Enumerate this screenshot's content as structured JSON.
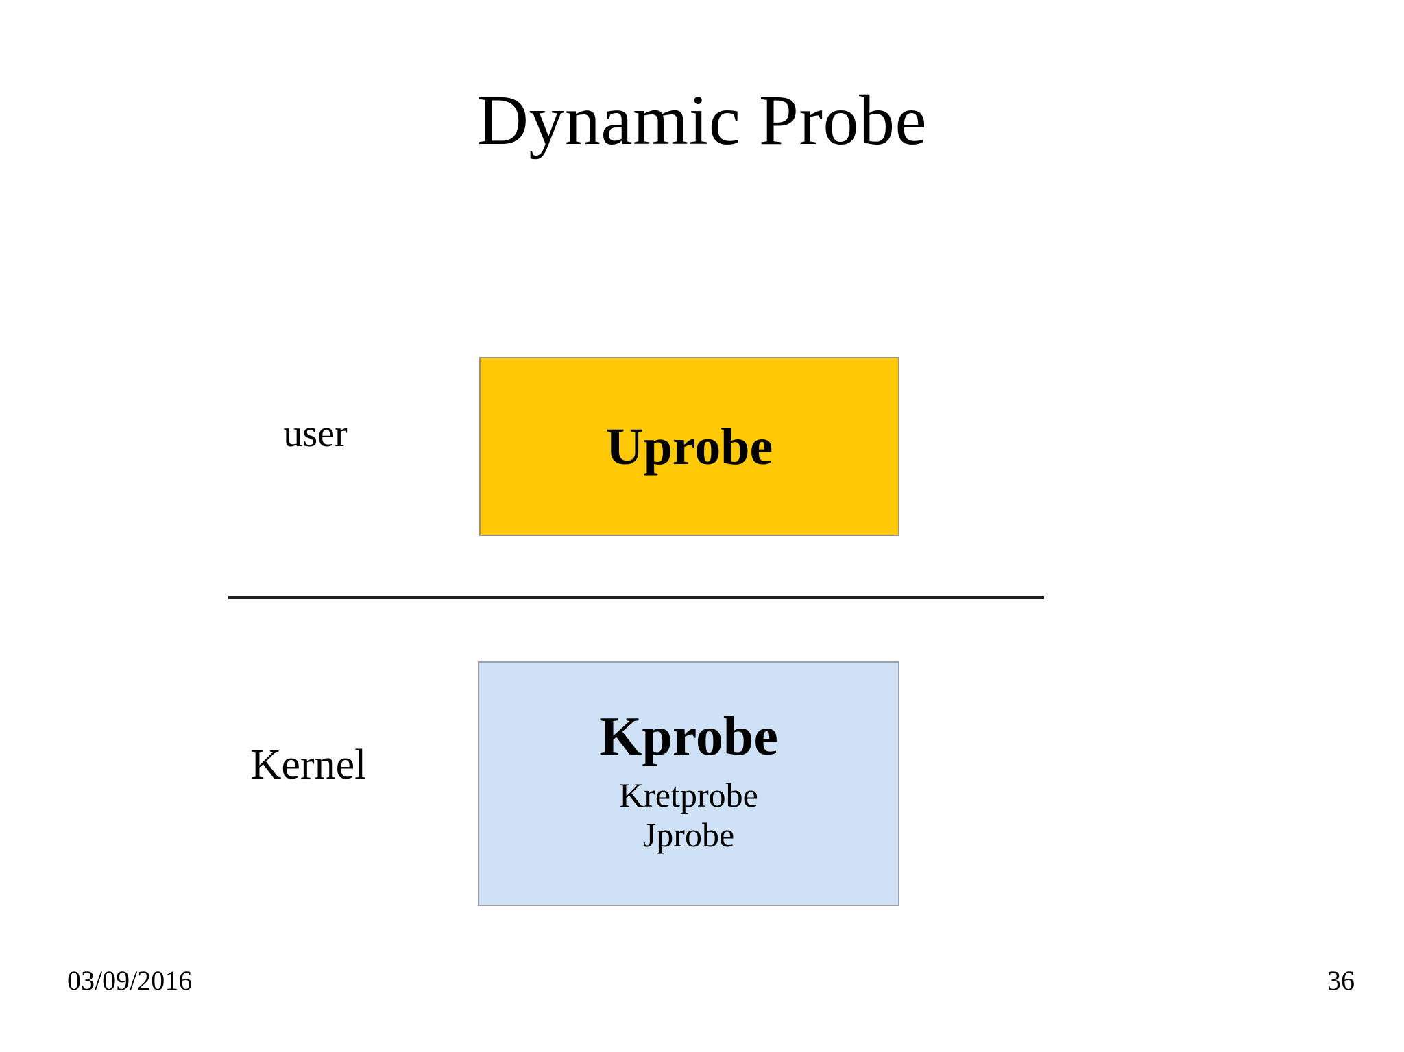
{
  "slide": {
    "title": "Dynamic Probe",
    "background_color": "#ffffff"
  },
  "diagram": {
    "type": "layered-block-diagram",
    "divider": {
      "name": "user-kernel-boundary",
      "color": "#231f20"
    },
    "layers": [
      {
        "id": "user-space",
        "label": "user",
        "box": {
          "title": "Uprobe",
          "subitems": [],
          "fill_color": "#ffc907",
          "border_color": "#a09077"
        }
      },
      {
        "id": "kernel-space",
        "label": "Kernel",
        "box": {
          "title": "Kprobe",
          "subitems": [
            "Kretprobe",
            "Jprobe"
          ],
          "fill_color": "#cfe2f5",
          "border_color": "#9aa3ad"
        }
      }
    ]
  },
  "footer": {
    "date": "03/09/2016",
    "page_number": "36"
  }
}
